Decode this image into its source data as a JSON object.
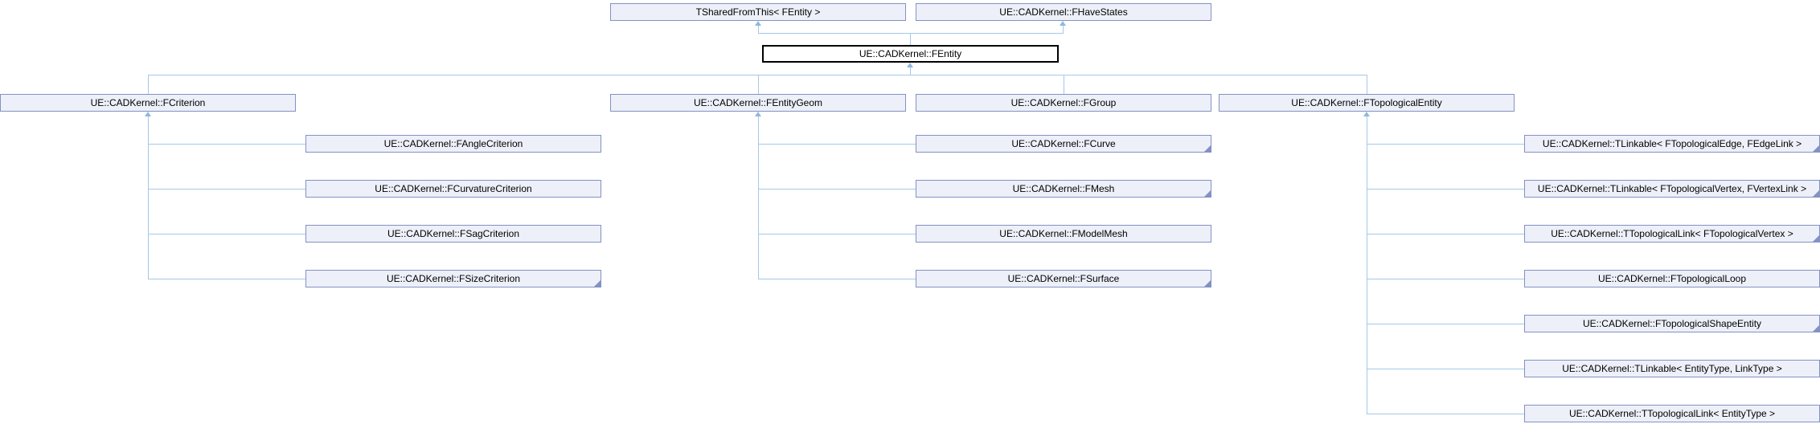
{
  "diagram_type": "class-inheritance-graph",
  "focus_node": "UE::CADKernel::FEntity",
  "nodes": {
    "tsharedfromthis": "TSharedFromThis< FEntity >",
    "fhavestates": "UE::CADKernel::FHaveStates",
    "fentity": "UE::CADKernel::FEntity",
    "fcriterion": "UE::CADKernel::FCriterion",
    "fentitygeom": "UE::CADKernel::FEntityGeom",
    "fgroup": "UE::CADKernel::FGroup",
    "ftopologicalentity": "UE::CADKernel::FTopologicalEntity",
    "fanglecriterion": "UE::CADKernel::FAngleCriterion",
    "fcurvaturecriterion": "UE::CADKernel::FCurvatureCriterion",
    "fsagcriterion": "UE::CADKernel::FSagCriterion",
    "fsizecriterion": "UE::CADKernel::FSizeCriterion",
    "fcurve": "UE::CADKernel::FCurve",
    "fmesh": "UE::CADKernel::FMesh",
    "fmodelmesh": "UE::CADKernel::FModelMesh",
    "fsurface": "UE::CADKernel::FSurface",
    "tlinkable_edge": "UE::CADKernel::TLinkable< FTopologicalEdge, FEdgeLink >",
    "tlinkable_vertex": "UE::CADKernel::TLinkable< FTopologicalVertex, FVertexLink >",
    "ttopologicallink_vertex": "UE::CADKernel::TTopologicalLink< FTopologicalVertex >",
    "ftopologicalloop": "UE::CADKernel::FTopologicalLoop",
    "ftopologicalshapeentity": "UE::CADKernel::FTopologicalShapeEntity",
    "tlinkable_generic": "UE::CADKernel::TLinkable< EntityType, LinkType >",
    "ttopologicallink_generic": "UE::CADKernel::TTopologicalLink< EntityType >"
  },
  "truncated_nodes": [
    "fsizecriterion",
    "fcurve",
    "fmesh",
    "fsurface",
    "tlinkable_edge",
    "tlinkable_vertex",
    "ttopologicallink_vertex",
    "ftopologicalshapeentity"
  ],
  "edges": [
    {
      "derived": "fentity",
      "base": "tsharedfromthis"
    },
    {
      "derived": "fentity",
      "base": "fhavestates"
    },
    {
      "derived": "fcriterion",
      "base": "fentity"
    },
    {
      "derived": "fentitygeom",
      "base": "fentity"
    },
    {
      "derived": "fgroup",
      "base": "fentity"
    },
    {
      "derived": "ftopologicalentity",
      "base": "fentity"
    },
    {
      "derived": "fanglecriterion",
      "base": "fcriterion"
    },
    {
      "derived": "fcurvaturecriterion",
      "base": "fcriterion"
    },
    {
      "derived": "fsagcriterion",
      "base": "fcriterion"
    },
    {
      "derived": "fsizecriterion",
      "base": "fcriterion"
    },
    {
      "derived": "fcurve",
      "base": "fentitygeom"
    },
    {
      "derived": "fmesh",
      "base": "fentitygeom"
    },
    {
      "derived": "fmodelmesh",
      "base": "fentitygeom"
    },
    {
      "derived": "fsurface",
      "base": "fentitygeom"
    },
    {
      "derived": "tlinkable_edge",
      "base": "ftopologicalentity"
    },
    {
      "derived": "tlinkable_vertex",
      "base": "ftopologicalentity"
    },
    {
      "derived": "ttopologicallink_vertex",
      "base": "ftopologicalentity"
    },
    {
      "derived": "ftopologicalloop",
      "base": "ftopologicalentity"
    },
    {
      "derived": "ftopologicalshapeentity",
      "base": "ftopologicalentity"
    },
    {
      "derived": "tlinkable_generic",
      "base": "ftopologicalentity"
    },
    {
      "derived": "ttopologicallink_generic",
      "base": "ftopologicalentity"
    }
  ],
  "colors": {
    "node_fill": "#edf0f8",
    "node_border": "#8491c3",
    "connector_line": "#a5c8e6",
    "arrowhead": "#8fb8dc",
    "focus_border": "#000000",
    "text": "#000000"
  }
}
